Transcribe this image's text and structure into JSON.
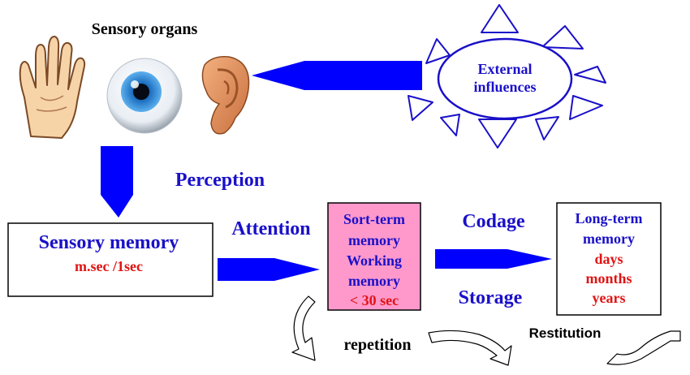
{
  "sensory_organs": {
    "title": "Sensory organs",
    "items": [
      "hand",
      "eye",
      "ear"
    ]
  },
  "external_influences": {
    "line1": "External",
    "line2": "influences"
  },
  "labels": {
    "perception": "Perception",
    "attention": "Attention",
    "codage": "Codage",
    "storage": "Storage",
    "repetition": "repetition",
    "restitution": "Restitution"
  },
  "sensory_memory": {
    "title": "Sensory memory",
    "duration": "m.sec /1sec"
  },
  "short_term_memory": {
    "line1": "Sort-term",
    "line2": "memory",
    "line3": "Working",
    "line4": "memory",
    "duration": "< 30 sec"
  },
  "long_term_memory": {
    "line1": "Long-term",
    "line2": "memory",
    "duration1": "days",
    "duration2": "months",
    "duration3": "years"
  },
  "colors": {
    "arrow_blue": "#0000ff",
    "text_blue": "#1a10c8",
    "text_red": "#e01414",
    "stm_fill": "#ff99cc",
    "skin": "#f7d3a8",
    "ear": "#e59a68",
    "iris": "#2f8fd6"
  },
  "icons": [
    "hand-icon",
    "eye-icon",
    "ear-icon",
    "sun-icon"
  ]
}
